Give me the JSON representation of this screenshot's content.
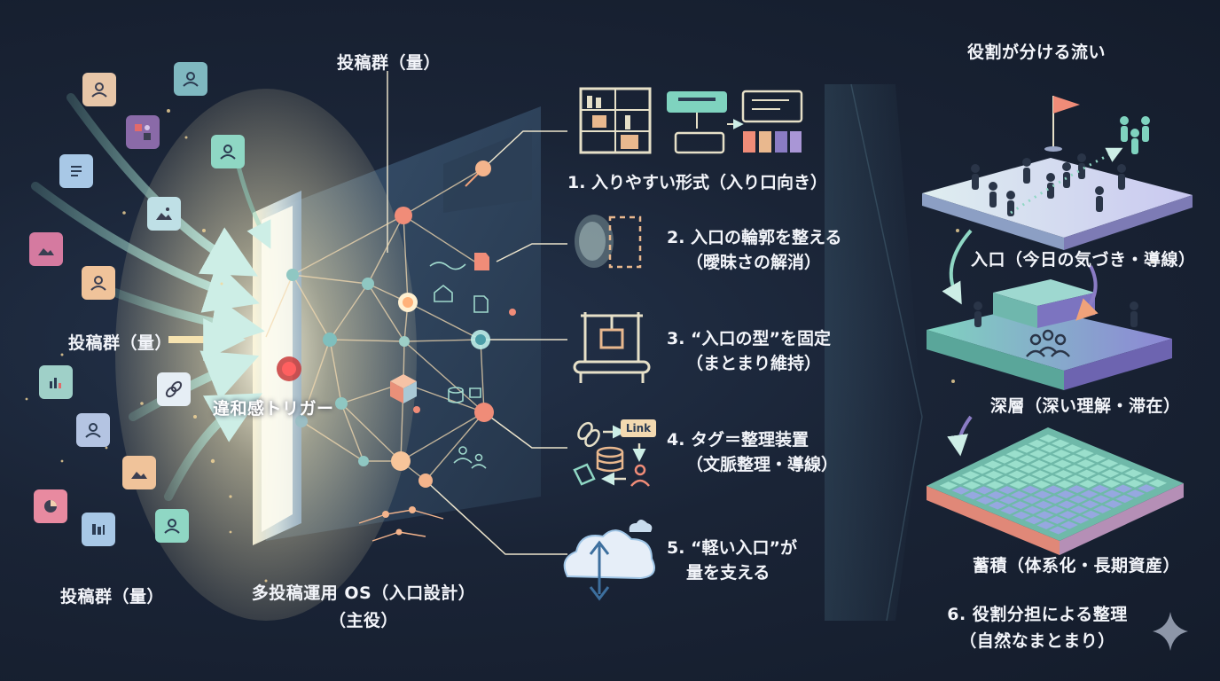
{
  "left": {
    "label_top": "投稿群（量）",
    "label_mid": "投稿群（量）",
    "label_bottom": "投稿群（量）",
    "trigger": "違和感トリガー"
  },
  "center": {
    "title_line1": "多投稿運用 OS（入口設計）",
    "title_line2": "（主役）"
  },
  "steps": [
    {
      "line1": "1. 入りやすい形式（入り口向き）",
      "line2": ""
    },
    {
      "line1": "2. 入口の輪郭を整える",
      "line2": "（曖昧さの解消）"
    },
    {
      "line1": "3. “入口の型”を固定",
      "line2": "（まとまり維持）"
    },
    {
      "line1": "4. タグ＝整理装置",
      "line2": "（文脈整理・導線）"
    },
    {
      "line1": "5. “軽い入口”が",
      "line2": "量を支える"
    }
  ],
  "link_tag": "Link",
  "right": {
    "title": "役割が分ける流い",
    "layer1": "入口（今日の気づき・導線）",
    "layer2": "深層（深い理解・滞在）",
    "layer3": "蓄積（体系化・長期資産）",
    "summary_line1": "6. 役割分担による整理",
    "summary_line2": "（自然なまとまり）"
  },
  "colors": {
    "accent_orange": "#f0a27a",
    "accent_teal": "#8fd7c4",
    "accent_purple": "#8a7cc4",
    "glow": "#fff6d8"
  }
}
